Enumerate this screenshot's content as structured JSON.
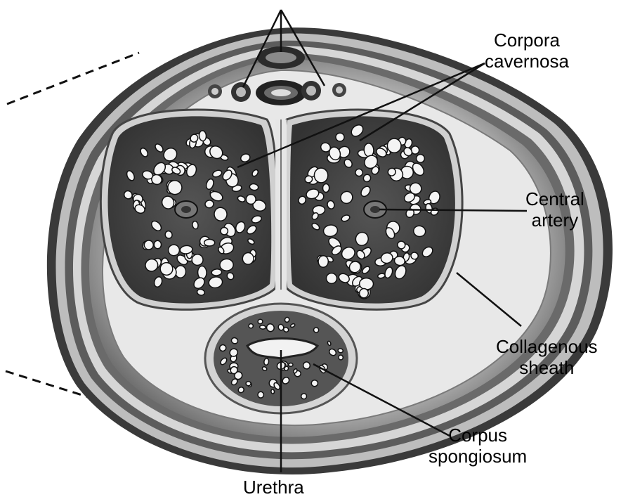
{
  "labels": {
    "corpora_cavernosa": {
      "line1": "Corpora",
      "line2": "cavernosa"
    },
    "central_artery": {
      "line1": "Central",
      "line2": "artery"
    },
    "collagenous_sheath": {
      "line1": "Collagenous",
      "line2": "sheath"
    },
    "corpus_spongiosum": {
      "line1": "Corpus",
      "line2": "spongiosum"
    },
    "urethra": {
      "line1": "Urethra"
    }
  },
  "colors": {
    "ink": "#111111",
    "tissue_light": "#e4e4e4",
    "tissue_mid": "#9a9a9a",
    "tissue_dark": "#3a3a3a",
    "sinus_fill": "#f6f6f6"
  }
}
